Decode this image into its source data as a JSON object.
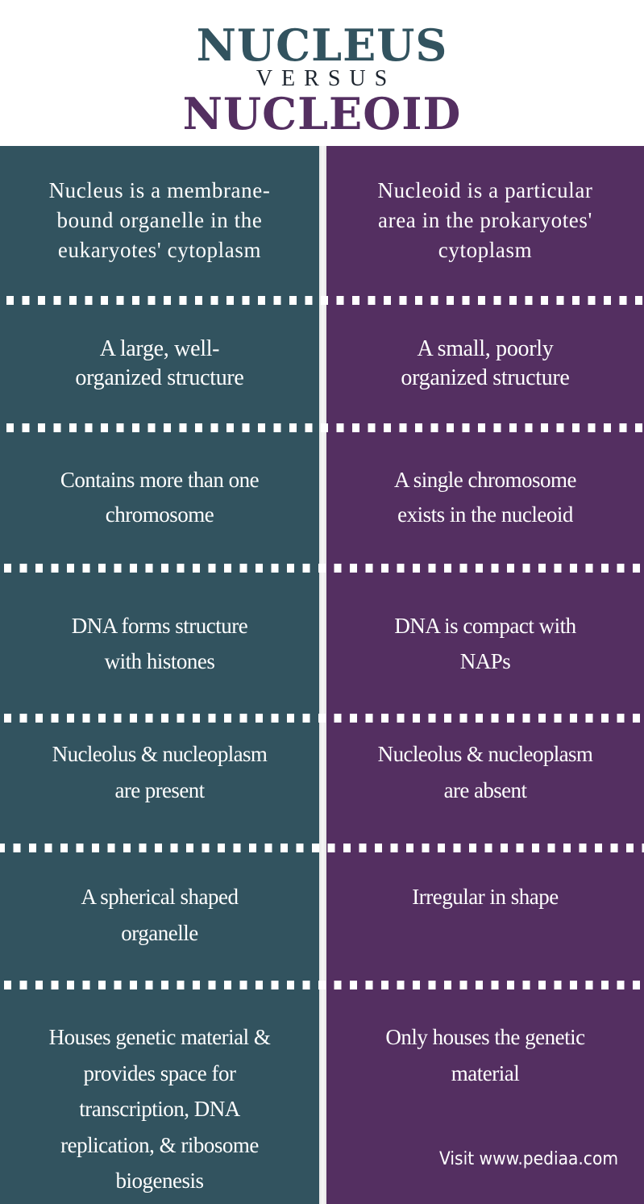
{
  "header": {
    "title_main": "NUCLEUS",
    "versus": "VERSUS",
    "title_second": "NUCLEOID"
  },
  "colors": {
    "nucleus": "#32535f",
    "nucleoid": "#542f61",
    "divider": "#ffffff",
    "text": "#ffffff"
  },
  "rows": [
    {
      "nucleus": "Nucleus is a membrane-\nbound organelle in the\neukaryotes' cytoplasm",
      "nucleoid": "Nucleoid is a particular\narea in the prokaryotes'\ncytoplasm"
    },
    {
      "nucleus": "A large, well-\norganized structure",
      "nucleoid": "A small, poorly\norganized structure"
    },
    {
      "nucleus": "Contains more than one\nchromosome",
      "nucleoid": "A single chromosome\nexists in the nucleoid"
    },
    {
      "nucleus": "DNA forms structure\nwith histones",
      "nucleoid": "DNA is compact with\nNAPs"
    },
    {
      "nucleus": "Nucleolus & nucleoplasm\nare present",
      "nucleoid": "Nucleolus & nucleoplasm\nare absent"
    },
    {
      "nucleus": "A  spherical shaped\norganelle",
      "nucleoid": "Irregular in shape"
    },
    {
      "nucleus": "Houses genetic material &\nprovides space for\ntranscription, DNA\nreplication, & ribosome\nbiogenesis",
      "nucleoid": "Only houses the genetic\nmaterial"
    }
  ],
  "footer": {
    "credit": "Visit www.pediaa.com"
  }
}
